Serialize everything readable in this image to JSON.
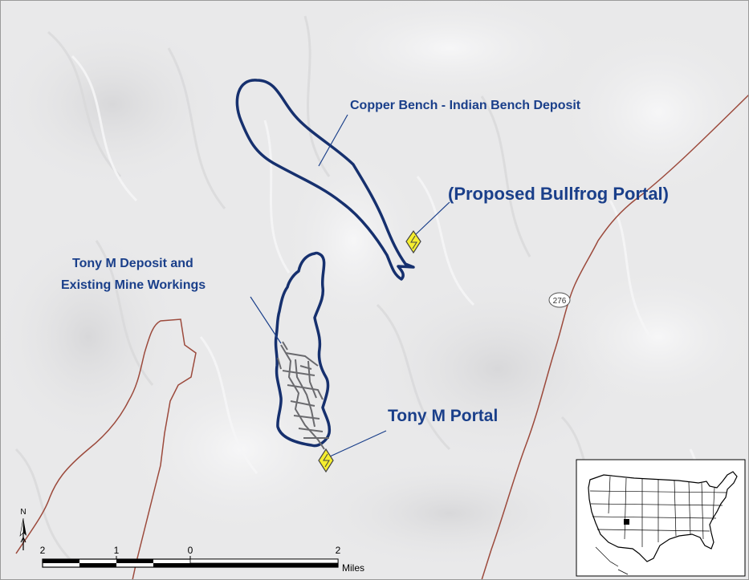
{
  "labels": {
    "copper_bench": "Copper Bench - Indian Bench Deposit",
    "bullfrog": "(Proposed Bullfrog Portal)",
    "tony_m_deposit_line1": "Tony M Deposit and",
    "tony_m_deposit_line2": "Existing Mine Workings",
    "tony_m_portal": "Tony M Portal",
    "highway": "276"
  },
  "scale_bar": {
    "ticks": [
      "2",
      "1",
      "0",
      "2"
    ],
    "unit": "Miles"
  },
  "north_arrow": {
    "label": "N"
  },
  "inset": {
    "icon": "us-map-icon"
  },
  "colors": {
    "deposit_outline": "#16306e",
    "label_text": "#1a3f8a",
    "portal_marker": "#f5ee2e",
    "road": "#9c4a3c",
    "terrain": "#e9e9ea"
  }
}
